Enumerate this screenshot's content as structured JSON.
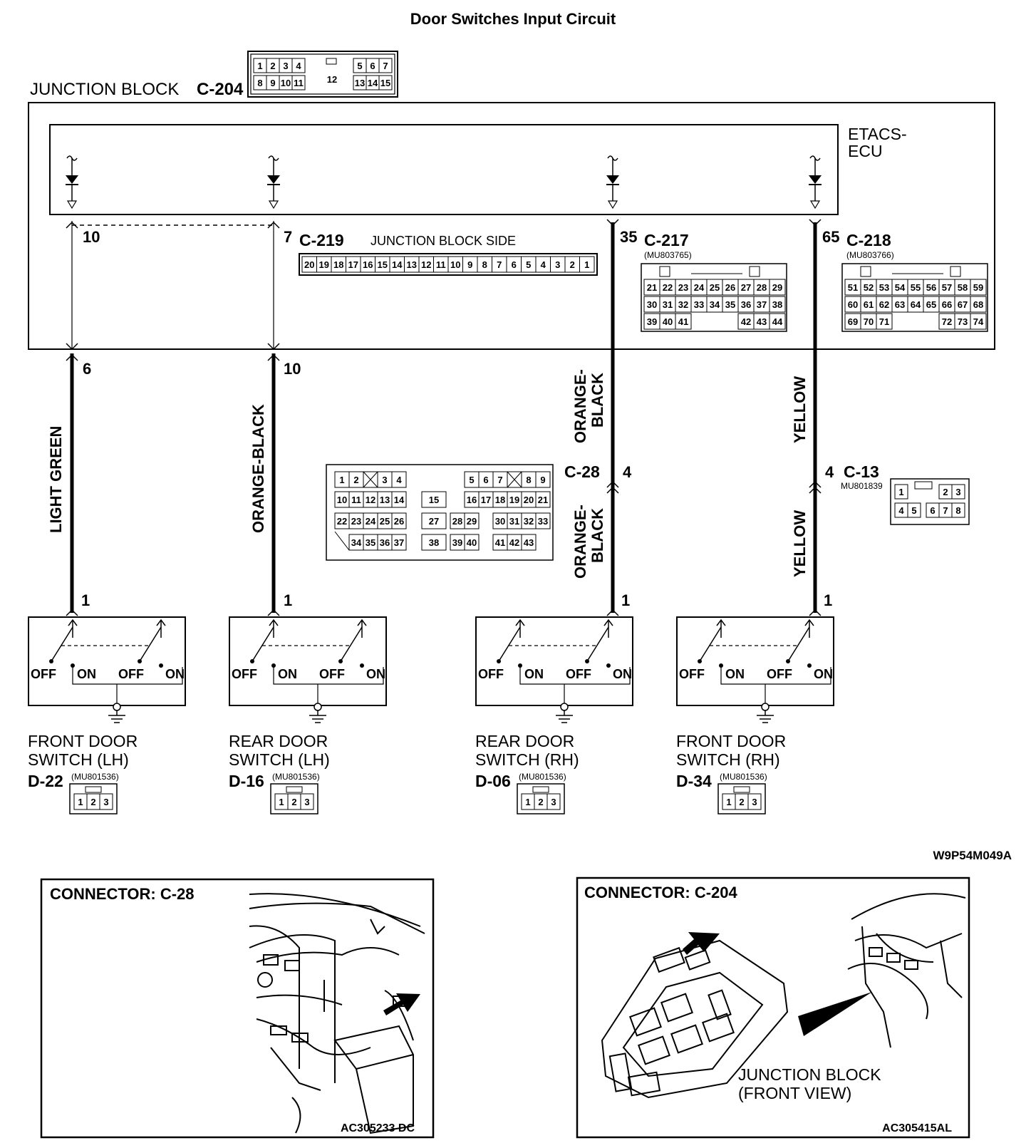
{
  "title": "Door Switches Input Circuit",
  "junction_block": {
    "label": "JUNCTION BLOCK",
    "connector": "C-204",
    "pins_top": [
      "1",
      "2",
      "3",
      "4",
      "5",
      "6",
      "7"
    ],
    "pins_bottom": [
      "8",
      "9",
      "10",
      "11",
      "13",
      "14",
      "15"
    ],
    "pin_center": "12"
  },
  "ecu": {
    "line1": "ETACS-",
    "line2": "ECU"
  },
  "c219": {
    "label": "C-219",
    "side": "JUNCTION BLOCK SIDE",
    "pins": [
      "20",
      "19",
      "18",
      "17",
      "16",
      "15",
      "14",
      "13",
      "12",
      "11",
      "10",
      "9",
      "8",
      "7",
      "6",
      "5",
      "4",
      "3",
      "2",
      "1"
    ]
  },
  "c217": {
    "label": "C-217",
    "part": "(MU803765)",
    "row1": [
      "21",
      "22",
      "23",
      "24",
      "25",
      "26",
      "27",
      "28",
      "29"
    ],
    "row2": [
      "30",
      "31",
      "32",
      "33",
      "34",
      "35",
      "36",
      "37",
      "38"
    ],
    "row3": [
      "39",
      "40",
      "41",
      "42",
      "43",
      "44"
    ]
  },
  "c218": {
    "label": "C-218",
    "part": "(MU803766)",
    "row1": [
      "51",
      "52",
      "53",
      "54",
      "55",
      "56",
      "57",
      "58",
      "59"
    ],
    "row2": [
      "60",
      "61",
      "62",
      "63",
      "64",
      "65",
      "66",
      "67",
      "68"
    ],
    "row3": [
      "69",
      "70",
      "71",
      "72",
      "73",
      "74"
    ]
  },
  "c28": {
    "label": "C-28",
    "pin": "4",
    "row1": [
      "1",
      "2",
      "3",
      "4",
      "5",
      "6",
      "7",
      "8",
      "9"
    ],
    "row2": [
      "10",
      "11",
      "12",
      "13",
      "14",
      "15",
      "16",
      "17",
      "18",
      "19",
      "20",
      "21"
    ],
    "row3": [
      "22",
      "23",
      "24",
      "25",
      "26",
      "27",
      "28",
      "29",
      "30",
      "31",
      "32",
      "33"
    ],
    "row4": [
      "34",
      "35",
      "36",
      "37",
      "38",
      "39",
      "40",
      "41",
      "42",
      "43"
    ]
  },
  "c13": {
    "label": "C-13",
    "part": "MU801839",
    "pin": "4",
    "row1": [
      "1",
      "2",
      "3"
    ],
    "row2": [
      "4",
      "5",
      "6",
      "7",
      "8"
    ]
  },
  "circuits": [
    {
      "ecu_pin": "10",
      "jb_pin": "6",
      "wire": "LIGHT GREEN",
      "sw_pin": "1",
      "switch_line1": "FRONT DOOR",
      "switch_line2": "SWITCH (LH)",
      "conn": "D-22",
      "part": "(MU801536)"
    },
    {
      "ecu_pin": "7",
      "jb_pin": "10",
      "wire": "ORANGE-BLACK",
      "sw_pin": "1",
      "switch_line1": "REAR DOOR",
      "switch_line2": "SWITCH (LH)",
      "conn": "D-16",
      "part": "(MU801536)"
    },
    {
      "ecu_pin": "35",
      "wire_a1": "ORANGE-",
      "wire_a2": "BLACK",
      "wire_b1": "ORANGE-",
      "wire_b2": "BLACK",
      "sw_pin": "1",
      "switch_line1": "REAR DOOR",
      "switch_line2": "SWITCH (RH)",
      "conn": "D-06",
      "part": "(MU801536)"
    },
    {
      "ecu_pin": "65",
      "wire_a": "YELLOW",
      "wire_b": "YELLOW",
      "sw_pin": "1",
      "switch_line1": "FRONT DOOR",
      "switch_line2": "SWITCH (RH)",
      "conn": "D-34",
      "part": "(MU801536)"
    }
  ],
  "switch_states": {
    "off": "OFF",
    "on": "ON"
  },
  "switch_conn_pins": [
    "1",
    "2",
    "3"
  ],
  "figure_code": "W9P54M049A",
  "panel_left": {
    "title": "CONNECTOR: C-28",
    "code": "AC305233 DC"
  },
  "panel_right": {
    "title": "CONNECTOR: C-204",
    "caption1": "JUNCTION BLOCK",
    "caption2": "(FRONT VIEW)",
    "code": "AC305415AL"
  }
}
